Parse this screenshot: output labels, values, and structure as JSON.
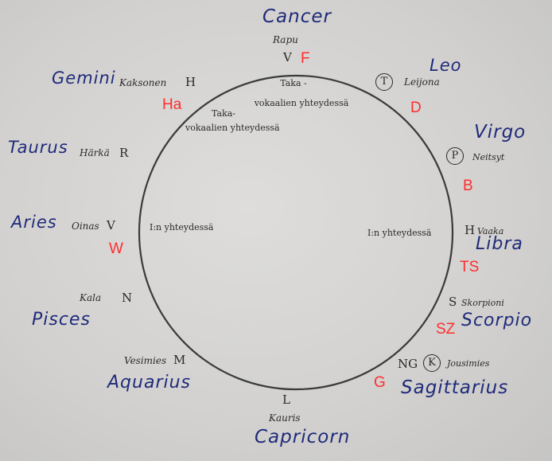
{
  "upper": {
    "rapu": {
      "name": "Rapu",
      "letter": "V",
      "finnish_letter": "F",
      "english": "Cancer"
    },
    "leijona": {
      "name": "Leijona",
      "letter": "T",
      "finnish_letter": "D",
      "english": "Leo"
    },
    "neitsyt": {
      "name": "Neitsyt",
      "letter": "P",
      "finnish_letter": "B",
      "english": "Virgo"
    },
    "kaksonen": {
      "name": "Kaksonen",
      "letter": "H",
      "finnish_letter": "Ha",
      "english": "Gemini"
    },
    "harka": {
      "name": "Härkä",
      "letter": "R",
      "english": "Taurus"
    }
  },
  "middle": {
    "oinas": {
      "name": "Oinas",
      "letter": "V",
      "finnish_letter": "W",
      "english": "Aries"
    },
    "vaaka": {
      "name": "Vaaka",
      "letter": "H",
      "finnish_letter": "TS",
      "english": "Libra"
    }
  },
  "lower": {
    "kala": {
      "name": "Kala",
      "letter": "N",
      "english": "Pisces"
    },
    "skorpioni": {
      "name": "Skorpioni",
      "letter": "S",
      "finnish_letter": "SZ",
      "english": "Scorpio"
    },
    "vesimies": {
      "name": "Vesimies",
      "letter": "M",
      "english": "Aquarius"
    },
    "jousimies": {
      "name": "Jousimies",
      "letter_ng": "NG",
      "letter_k": "K",
      "finnish_letter": "G",
      "english": "Sagittarius"
    },
    "kauris": {
      "name": "Kauris",
      "letter": "L",
      "english": "Capricorn"
    }
  },
  "inside": {
    "right_back_line1": "Taka -",
    "right_back_line2": "vokaalien yhteydessä",
    "left_back_line1": "Taka-",
    "left_back_line2": "vokaalien yhteydessä",
    "left_i": "I:n yhteydessä",
    "right_i": "I:n yhteydessä"
  }
}
